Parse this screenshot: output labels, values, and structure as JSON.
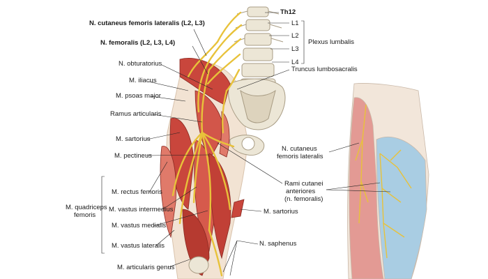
{
  "labels": {
    "ncfl_main": "N. cutaneus femoris lateralis (L2, L3)",
    "nfem": "N. femoralis (L2, L3, L4)",
    "nobt": "N. obturatorius",
    "miliacus": "M. iliacus",
    "mpsoas": "M. psoas major",
    "ramart": "Ramus articularis",
    "msart1": "M. sartorius",
    "mpect": "M. pectineus",
    "quad1": "M. quadriceps",
    "quad2": "femoris",
    "rectus": "M. rectus femoris",
    "vint": "M. vastus intermedius",
    "vmed": "M. vastus medialis",
    "vlat": "M. vastus lateralis",
    "artgen": "M. articularis genus",
    "th12": "Th12",
    "l1": "L1",
    "l2": "L2",
    "l3": "L3",
    "l4": "L4",
    "plexus": "Plexus lumbalis",
    "trunc": "Truncus lumbosacralis",
    "ncut_side1": "N. cutaneus",
    "ncut_side2": "femoris lateralis",
    "rami1": "Rami cutanei",
    "rami2": "anteriores",
    "rami3": "(n. femoralis)",
    "msart2": "M. sartorius",
    "nsaph": "N. saphenus"
  },
  "colors": {
    "muscle": "#c9463c",
    "muscle_light": "#e07a6a",
    "nerve": "#e8c23a",
    "bone": "#ece6d6",
    "skin_lateral": "#e39a94",
    "skin_anterior": "#a9cde3",
    "skin_base": "#f2e6da"
  }
}
